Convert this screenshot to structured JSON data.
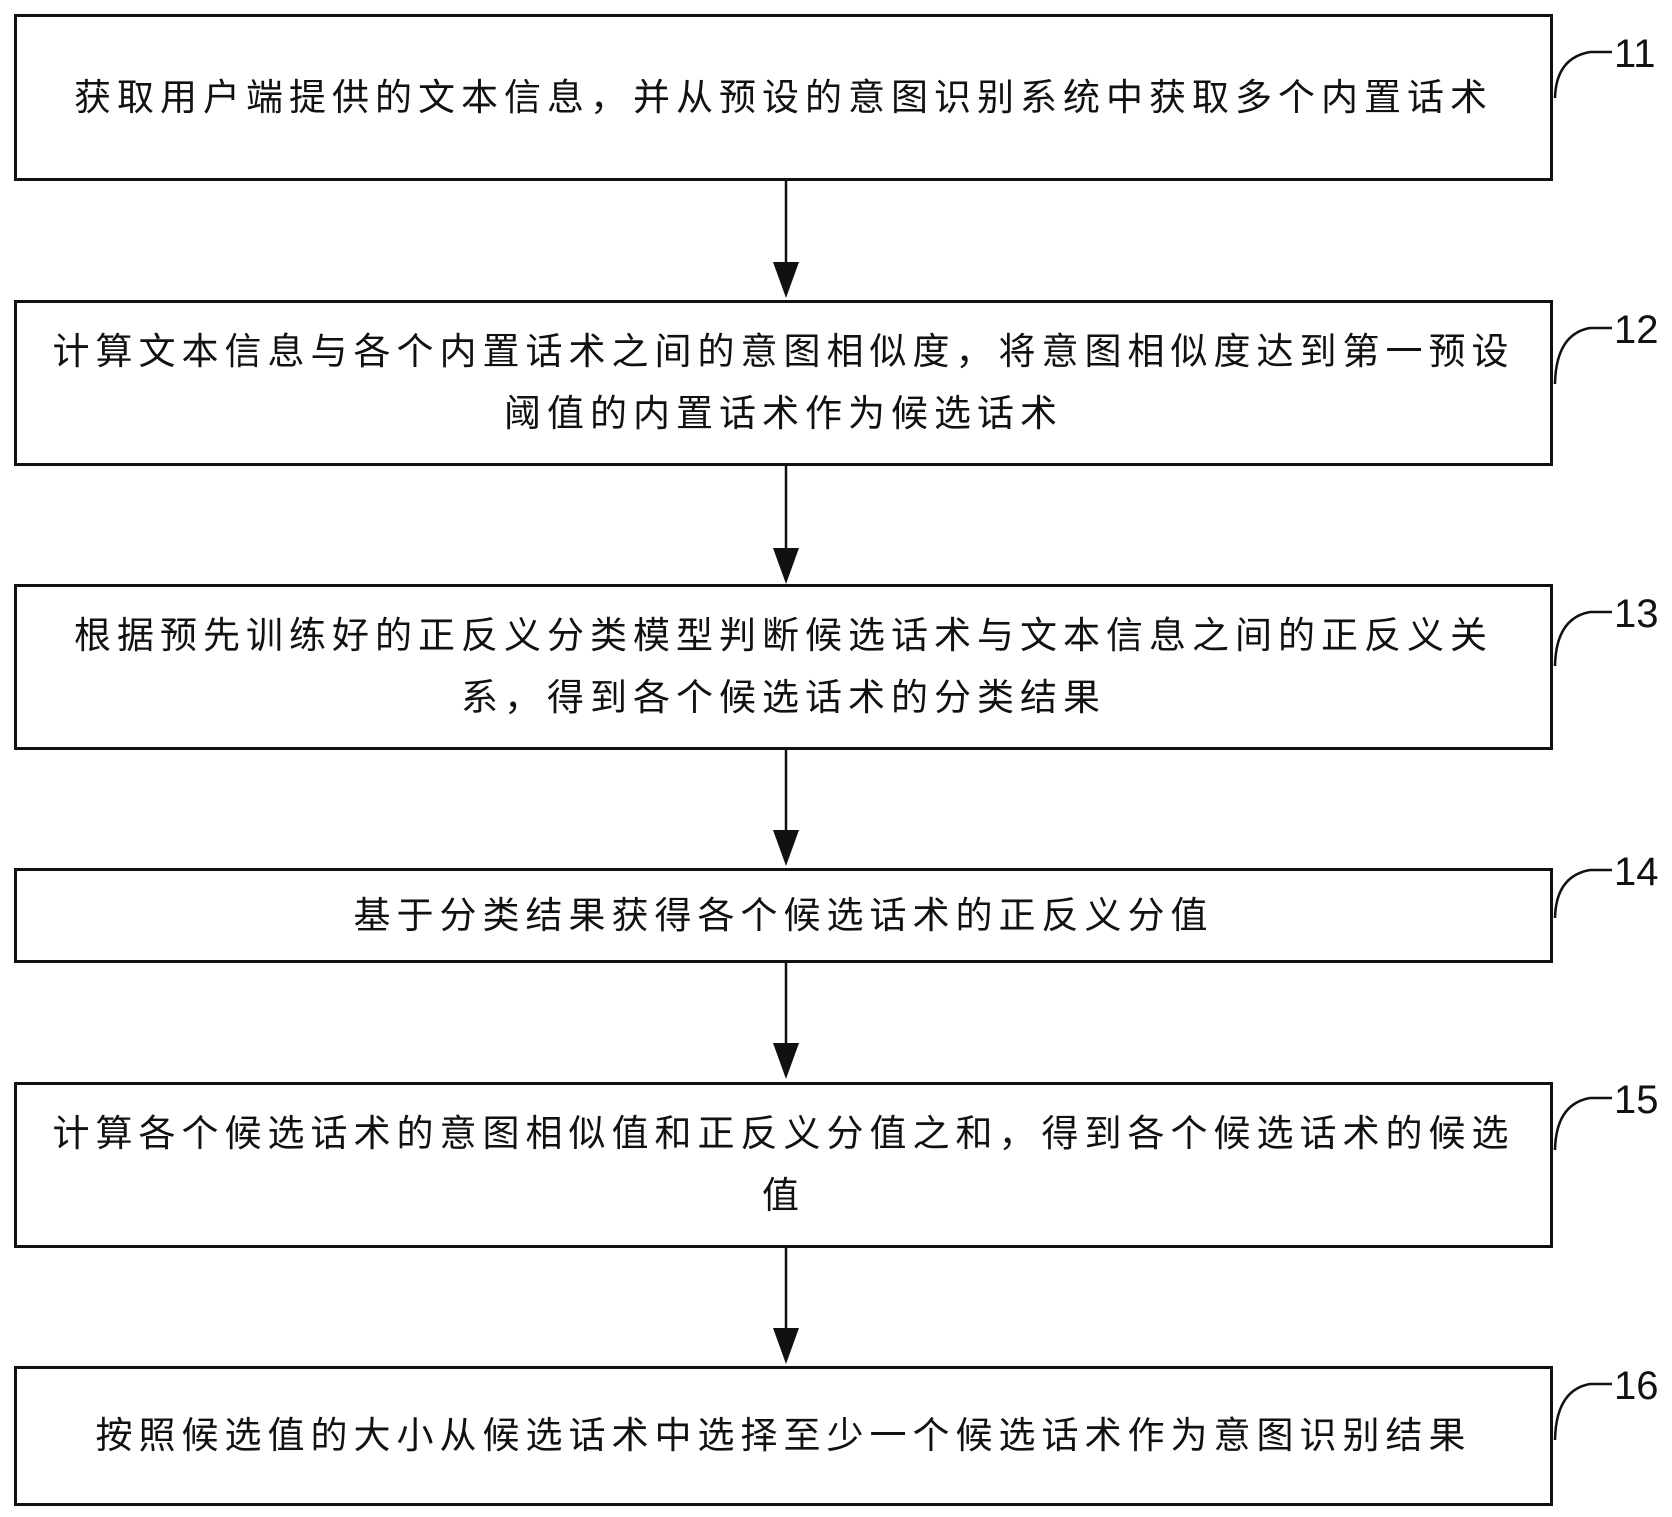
{
  "steps": [
    {
      "id": "11",
      "text": "获取用户端提供的文本信息，并从预设的意图识别系统中获取多个内置话术"
    },
    {
      "id": "12",
      "text": "计算文本信息与各个内置话术之间的意图相似度，将意图相似度达到第一预设阈值的内置话术作为候选话术"
    },
    {
      "id": "13",
      "text": "根据预先训练好的正反义分类模型判断候选话术与文本信息之间的正反义关系，得到各个候选话术的分类结果"
    },
    {
      "id": "14",
      "text": "基于分类结果获得各个候选话术的正反义分值"
    },
    {
      "id": "15",
      "text": "计算各个候选话术的意图相似值和正反义分值之和，得到各个候选话术的候选值"
    },
    {
      "id": "16",
      "text": "按照候选值的大小从候选话术中选择至少一个候选话术作为意图识别结果"
    }
  ]
}
